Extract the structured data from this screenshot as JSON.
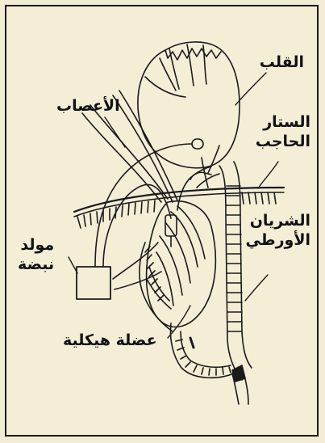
{
  "labels": {
    "heart": "القلب",
    "nerves": "الأعصاب",
    "diaphragm_line1": "الستار",
    "diaphragm_line2": "الحاجب",
    "aorta_line1": "الشريان",
    "aorta_line2": "الأورطي",
    "pacemaker_line1": "مولد",
    "pacemaker_line2": "نبضة",
    "muscle": "عضلة هيكلية"
  },
  "colors": {
    "background": "#f4eed7",
    "ink": "#1a1a1a"
  }
}
